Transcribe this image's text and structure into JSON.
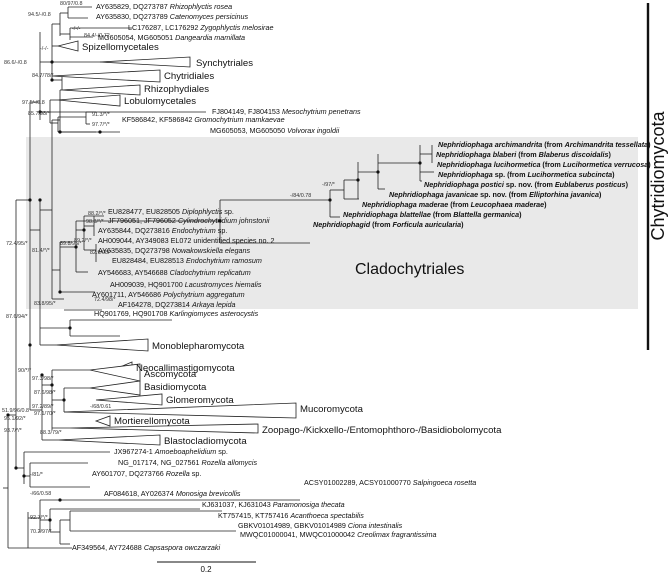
{
  "rows": [
    {
      "key": "r0",
      "plain": "AY635829, DQ273787 ",
      "ital": "Rhizophlyctis rosea",
      "sup": "80/97/0.8"
    },
    {
      "key": "r1",
      "plain": "AY635830, DQ273789 ",
      "ital": "Catenomyces persicinus",
      "sup": "94.5/-/0.8"
    },
    {
      "key": "r2",
      "plain": "LC176287, LC176292 ",
      "ital": "Zygophlyctis melosirae",
      "sup": "-/-/-"
    },
    {
      "key": "r3",
      "plain": "MG605054, MG605051 ",
      "ital": "Dangeardia mamillata",
      "sup": "84.4/-/0.72"
    },
    {
      "key": "g_spiz",
      "group": "Spizellomycetales",
      "sup": "-/-/-"
    },
    {
      "key": "g_syn",
      "group": "Synchytriales",
      "sup": "86.6/-/0.8"
    },
    {
      "key": "g_chy",
      "group": "Chytridiales",
      "sup": "84.7/78/*"
    },
    {
      "key": "g_rhi",
      "group": "Rhizophydiales"
    },
    {
      "key": "g_lob",
      "group": "Lobulomycetales",
      "sup": "97.5/-/0.8"
    },
    {
      "key": "r9",
      "plain": "FJ804149, FJ804153 ",
      "ital": "Mesochytrium penetrans",
      "sup": "85.7/98/*"
    },
    {
      "key": "r10",
      "plain": "KF586842, KF586842 ",
      "ital": "Gromochytrium mamkaevae",
      "sup": "91.3/*/*"
    },
    {
      "key": "r11",
      "plain": "MG605053, MG605050 ",
      "ital": "Volvorax ingoldii",
      "sup": "97.7/*/*"
    },
    {
      "key": "n1",
      "b1": "Nephridiophaga archimandrita",
      "b2": " (from ",
      "b3": "Archimandrita tessellata",
      "b4": ")"
    },
    {
      "key": "n2",
      "b1": "Nephridiophaga blaberi",
      "b2": " (from ",
      "b3": "Blaberus discoidalis",
      "b4": ")"
    },
    {
      "key": "n3",
      "b1": "Nephridiophaga lucihormetica",
      "b2": " (from ",
      "b3": "Lucihormetica verrucosa",
      "b4": ")"
    },
    {
      "key": "n4",
      "b1": "Nephridiophaga",
      "b2": " sp. (from ",
      "b3": "Lucihormetica subcincta",
      "b4": ")"
    },
    {
      "key": "n5",
      "b1": "Nephridiophaga postici",
      "b2": " sp. nov. (from ",
      "b3": "Eublaberus posticus",
      "b4": ")"
    },
    {
      "key": "n6",
      "b1": "Nephridiophaga javanicae",
      "b2": " sp. nov. (from ",
      "b3": "Elliptorhina javanica",
      "b4": ")",
      "sup": "-/97/*"
    },
    {
      "key": "n7",
      "b1": "Nephridiophaga maderae",
      "b2": " (from ",
      "b3": "Leucophaea maderae",
      "b4": ")",
      "sup": "-/84/0.78"
    },
    {
      "key": "n8",
      "b1": "Nephridiophaga blattellae",
      "b2": " (from ",
      "b3": "Blattella germanica",
      "b4": ")"
    },
    {
      "key": "n9",
      "b1": "Nephridiophagid",
      "b2": " (from ",
      "b3": "Forficula auricularia",
      "b4": ")"
    },
    {
      "key": "r21",
      "plain": "EU828477, EU828505 ",
      "ital": "Diplophlyctis",
      "plain2": " sp.",
      "sup": "89.8/95/*"
    },
    {
      "key": "r22",
      "plain": "JF796051, JF796052 ",
      "ital": "Cylindrochytridium johnstonii",
      "sup": "88.2/*/*"
    },
    {
      "key": "r23",
      "plain": "AY635844, DQ273816 ",
      "ital": "Endochytrium",
      "plain2": " sp.",
      "sup": "98.3/*/*"
    },
    {
      "key": "r24",
      "plain": "AH009044, AY349083 EL072 unidentified species no. 2",
      "sup": "89.2/*/*"
    },
    {
      "key": "r25",
      "plain": "AY635835, DQ273798 ",
      "ital": "Nowakowskiella elegans",
      "sup": "82.9/98/*"
    },
    {
      "key": "r26",
      "plain": "EU828484, EU828513 ",
      "ital": "Endochytrium ramosum",
      "sup": "72.4/95/*"
    },
    {
      "key": "r27",
      "plain": "AY546683, AY546688 ",
      "ital": "Cladochytrium replicatum",
      "sup": "81.4/*/*"
    },
    {
      "key": "r28",
      "plain": "AH009039, HQ901700 ",
      "ital": "Lacustromyces hiemalis",
      "sup": "83.8/95/*"
    },
    {
      "key": "r29",
      "plain": "AY601711, AY546686 ",
      "ital": "Polychytrium aggregatum",
      "sup": "87.6/94/*"
    },
    {
      "key": "r30",
      "plain": "AF164278, DQ273814 ",
      "ital": "Arkaya lepida",
      "sup": "72.4/98/*"
    },
    {
      "key": "r31",
      "plain": "HQ901769, HQ901708 ",
      "ital": "Karlingiomyces asterocystis"
    },
    {
      "key": "g_mono",
      "group": "Monoblepharomycota"
    },
    {
      "key": "g_neo",
      "group": "Neocallimastigomycota",
      "sup": "90/*/*"
    },
    {
      "key": "g_asc",
      "group": "Ascomycota",
      "sup": "97.3/98/*"
    },
    {
      "key": "g_bas",
      "group": "Basidiomycota",
      "sup": "87.6/98/*"
    },
    {
      "key": "g_glo",
      "group": "Glomeromycota"
    },
    {
      "key": "g_muc",
      "group": "Mucoromycota",
      "sup": "97.2/89/*",
      "sup2": "-/68/0.61"
    },
    {
      "key": "g_mor",
      "group": "Mortierellomycota",
      "sup": "97.1/70/*"
    },
    {
      "key": "g_zoo",
      "group": "Zoopago-/Kickxello-/Entomophthoro-/Basidiobolomycota",
      "sup": "88.3/79/*"
    },
    {
      "key": "g_bla",
      "group": "Blastocladiomycota",
      "sup": "51.9/96/0.8"
    },
    {
      "key": "r41",
      "plain": "JX967274-1 ",
      "ital": "Amoeboaphelidium",
      "plain2": " sp.",
      "sup": "93.7/*/*"
    },
    {
      "key": "r42",
      "plain": "NG_017174, NG_027561 ",
      "ital": "Rozella allomycis",
      "sup": "95.1/92/*"
    },
    {
      "key": "r43",
      "plain": "AY601707, DQ273766 ",
      "ital": "Rozella",
      "plain2": " sp.",
      "sup": "-/81/*"
    },
    {
      "key": "r44",
      "plain": "ACSY01002289, ACSY01000770 ",
      "ital": "Salpingoeca rosetta"
    },
    {
      "key": "r45",
      "plain": "AF084618, AY026374 ",
      "ital": "Monosiga brevicollis",
      "sup": "-/66/0.58"
    },
    {
      "key": "r46",
      "plain": "KJ631037, KJ631043 ",
      "ital": "Paramonosiga thecata"
    },
    {
      "key": "r47",
      "plain": "KT757415, KT757416 ",
      "ital": "Acanthoeca spectabilis",
      "sup": "92.7/*/*"
    },
    {
      "key": "r48",
      "plain": "GBKV01014989, GBKV01014989 ",
      "ital": "Ciona intestinalis"
    },
    {
      "key": "r49",
      "plain": "MWQC01000041, MWQC01000042 ",
      "ital": "Creolimax fragrantissima",
      "sup": "70.2/97/*"
    },
    {
      "key": "r50",
      "plain": "AF349564, AY724688 ",
      "ital": "Capsaspora owczarzaki"
    }
  ],
  "clade_label": "Cladochytriales",
  "phylum_label": "Chytridiomycota",
  "scale_bar_label": "0.2",
  "scale_bar_value": 0.2
}
